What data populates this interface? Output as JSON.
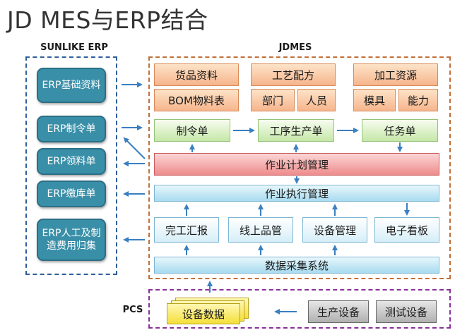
{
  "title": "JD MES与ERP结合",
  "groups": {
    "erp": "SUNLIKE ERP",
    "mes": "JDMES",
    "pcs": "PCS"
  },
  "erp_boxes": [
    "ERP基础资料",
    "ERP制令单",
    "ERP领料单",
    "ERP缴库单",
    "ERP人工及制造费用归集"
  ],
  "resources": {
    "goods": "货品资料",
    "bom": "BOM物料表",
    "recipe": "工艺配方",
    "dept": "部门",
    "staff": "人员",
    "capacity_res": "加工资源",
    "mold": "模具",
    "ability": "能力"
  },
  "orders": {
    "work_order": "制令单",
    "process_order": "工序生产单",
    "task": "任务单"
  },
  "planning": "作业计划管理",
  "execution": "作业执行管理",
  "modules": {
    "report": "完工汇报",
    "qc": "线上品管",
    "equip": "设备管理",
    "board": "电子看板"
  },
  "collection": "数据采集系统",
  "pcs": {
    "data": "设备数据",
    "prod_equip": "生产设备",
    "test_equip": "测试设备"
  }
}
